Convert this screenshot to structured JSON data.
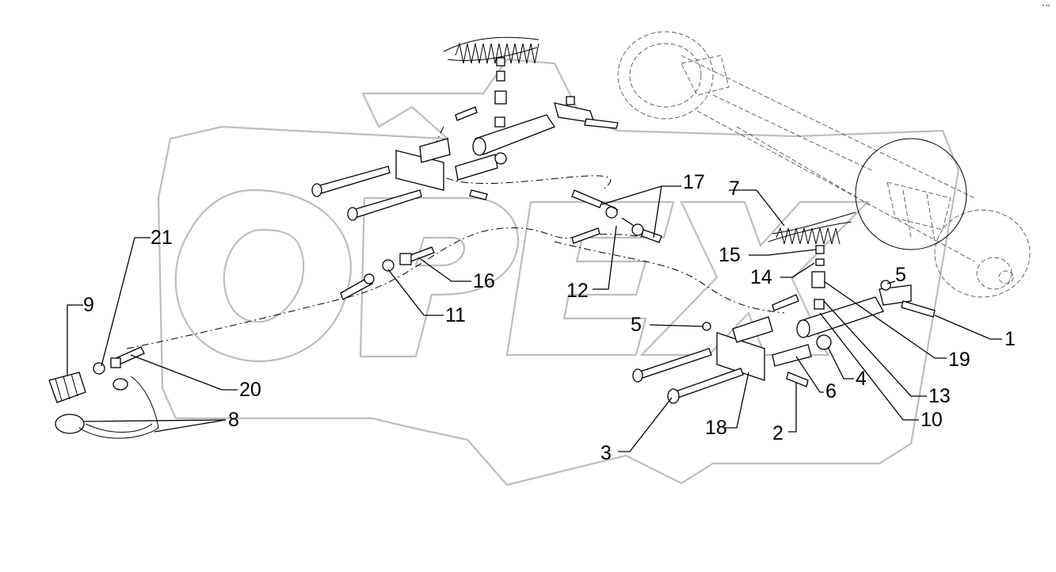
{
  "watermark": {
    "text": "OPEX",
    "color": "#bdbdbd"
  },
  "corner_mark": "▪ ▪▪",
  "callouts": [
    {
      "id": "c1",
      "text": "1"
    },
    {
      "id": "c2",
      "text": "2"
    },
    {
      "id": "c3",
      "text": "3"
    },
    {
      "id": "c4",
      "text": "4"
    },
    {
      "id": "c5a",
      "text": "5"
    },
    {
      "id": "c5b",
      "text": "5"
    },
    {
      "id": "c6",
      "text": "6"
    },
    {
      "id": "c7",
      "text": "7"
    },
    {
      "id": "c8",
      "text": "8"
    },
    {
      "id": "c9",
      "text": "9"
    },
    {
      "id": "c10",
      "text": "10"
    },
    {
      "id": "c11",
      "text": "11"
    },
    {
      "id": "c12",
      "text": "12"
    },
    {
      "id": "c13",
      "text": "13"
    },
    {
      "id": "c14",
      "text": "14"
    },
    {
      "id": "c15",
      "text": "15"
    },
    {
      "id": "c16",
      "text": "16"
    },
    {
      "id": "c17",
      "text": "17"
    },
    {
      "id": "c18",
      "text": "18"
    },
    {
      "id": "c19",
      "text": "19"
    },
    {
      "id": "c20",
      "text": "20"
    },
    {
      "id": "c21",
      "text": "21"
    }
  ]
}
